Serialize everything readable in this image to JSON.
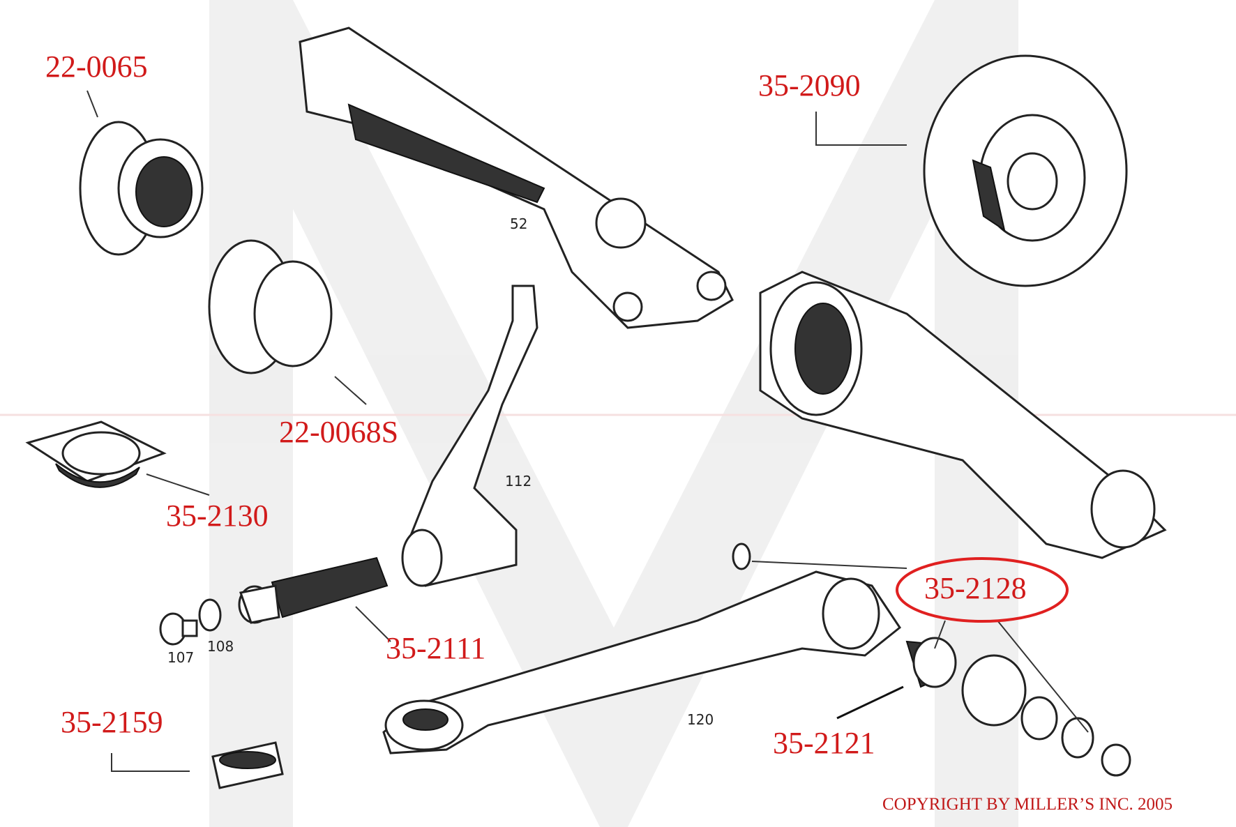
{
  "watermark": {
    "letter": "M",
    "color": "#d9d9d9",
    "accent": "#e8a0a0"
  },
  "part_numbers": [
    {
      "id": "boot-outer",
      "label": "22-0065"
    },
    {
      "id": "brake-disc",
      "label": "35-2090"
    },
    {
      "id": "boot-inner",
      "label": "22-0068S"
    },
    {
      "id": "mount",
      "label": "35-2130"
    },
    {
      "id": "bushing-highlighted",
      "label": "35-2128",
      "highlighted": true
    },
    {
      "id": "pivot-tube",
      "label": "35-2111"
    },
    {
      "id": "bushing-small",
      "label": "35-2159"
    },
    {
      "id": "bushing-arm",
      "label": "35-2121"
    }
  ],
  "reference_numbers": [
    "52",
    "112",
    "107",
    "108",
    "120"
  ],
  "colors": {
    "part_number": "#d11a1a",
    "highlight_ellipse": "#e02020",
    "linework": "#222222"
  },
  "copyright": "COPYRIGHT BY MILLER’S INC. 2005"
}
